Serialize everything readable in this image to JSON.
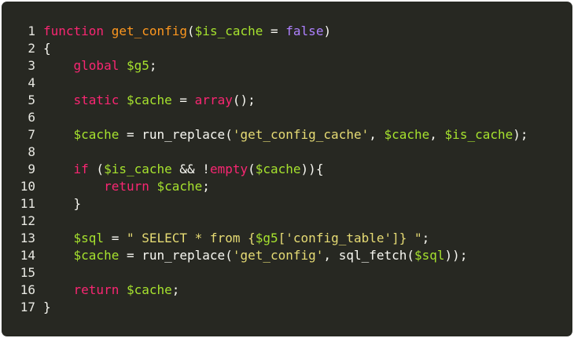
{
  "colors": {
    "background": "#272822",
    "plain": "#f8f8f2",
    "keyword": "#f92672",
    "function_name": "#fd971f",
    "variable": "#a6e22e",
    "boolean": "#ae81ff",
    "string": "#e6db74",
    "line_number": "#e8e8e2"
  },
  "lines": [
    {
      "number": "1",
      "tokens": [
        {
          "text": "function",
          "kind": "keyword"
        },
        {
          "text": " ",
          "kind": "plain"
        },
        {
          "text": "get_config",
          "kind": "function_name"
        },
        {
          "text": "(",
          "kind": "plain"
        },
        {
          "text": "$is_cache",
          "kind": "variable"
        },
        {
          "text": " = ",
          "kind": "plain"
        },
        {
          "text": "false",
          "kind": "boolean"
        },
        {
          "text": ")",
          "kind": "plain"
        }
      ]
    },
    {
      "number": "2",
      "tokens": [
        {
          "text": "{",
          "kind": "plain"
        }
      ]
    },
    {
      "number": "3",
      "tokens": [
        {
          "text": "    ",
          "kind": "plain"
        },
        {
          "text": "global",
          "kind": "keyword"
        },
        {
          "text": " ",
          "kind": "plain"
        },
        {
          "text": "$g5",
          "kind": "variable"
        },
        {
          "text": ";",
          "kind": "plain"
        }
      ]
    },
    {
      "number": "4",
      "tokens": []
    },
    {
      "number": "5",
      "tokens": [
        {
          "text": "    ",
          "kind": "plain"
        },
        {
          "text": "static",
          "kind": "keyword"
        },
        {
          "text": " ",
          "kind": "plain"
        },
        {
          "text": "$cache",
          "kind": "variable"
        },
        {
          "text": " = ",
          "kind": "plain"
        },
        {
          "text": "array",
          "kind": "keyword"
        },
        {
          "text": "();",
          "kind": "plain"
        }
      ]
    },
    {
      "number": "6",
      "tokens": []
    },
    {
      "number": "7",
      "tokens": [
        {
          "text": "    ",
          "kind": "plain"
        },
        {
          "text": "$cache",
          "kind": "variable"
        },
        {
          "text": " = run_replace(",
          "kind": "plain"
        },
        {
          "text": "'get_config_cache'",
          "kind": "string"
        },
        {
          "text": ", ",
          "kind": "plain"
        },
        {
          "text": "$cache",
          "kind": "variable"
        },
        {
          "text": ", ",
          "kind": "plain"
        },
        {
          "text": "$is_cache",
          "kind": "variable"
        },
        {
          "text": ");",
          "kind": "plain"
        }
      ]
    },
    {
      "number": "8",
      "tokens": []
    },
    {
      "number": "9",
      "tokens": [
        {
          "text": "    ",
          "kind": "plain"
        },
        {
          "text": "if",
          "kind": "keyword"
        },
        {
          "text": " (",
          "kind": "plain"
        },
        {
          "text": "$is_cache",
          "kind": "variable"
        },
        {
          "text": " && !",
          "kind": "plain"
        },
        {
          "text": "empty",
          "kind": "keyword"
        },
        {
          "text": "(",
          "kind": "plain"
        },
        {
          "text": "$cache",
          "kind": "variable"
        },
        {
          "text": ")){",
          "kind": "plain"
        }
      ]
    },
    {
      "number": "10",
      "tokens": [
        {
          "text": "        ",
          "kind": "plain"
        },
        {
          "text": "return",
          "kind": "keyword"
        },
        {
          "text": " ",
          "kind": "plain"
        },
        {
          "text": "$cache",
          "kind": "variable"
        },
        {
          "text": ";",
          "kind": "plain"
        }
      ]
    },
    {
      "number": "11",
      "tokens": [
        {
          "text": "    }",
          "kind": "plain"
        }
      ]
    },
    {
      "number": "12",
      "tokens": []
    },
    {
      "number": "13",
      "tokens": [
        {
          "text": "    ",
          "kind": "plain"
        },
        {
          "text": "$sql",
          "kind": "variable"
        },
        {
          "text": " = ",
          "kind": "plain"
        },
        {
          "text": "\" SELECT * from {",
          "kind": "string"
        },
        {
          "text": "$g5",
          "kind": "variable"
        },
        {
          "text": "[",
          "kind": "string"
        },
        {
          "text": "'config_table'",
          "kind": "string"
        },
        {
          "text": "]} \"",
          "kind": "string"
        },
        {
          "text": ";",
          "kind": "plain"
        }
      ]
    },
    {
      "number": "14",
      "tokens": [
        {
          "text": "    ",
          "kind": "plain"
        },
        {
          "text": "$cache",
          "kind": "variable"
        },
        {
          "text": " = run_replace(",
          "kind": "plain"
        },
        {
          "text": "'get_config'",
          "kind": "string"
        },
        {
          "text": ", sql_fetch(",
          "kind": "plain"
        },
        {
          "text": "$sql",
          "kind": "variable"
        },
        {
          "text": "));",
          "kind": "plain"
        }
      ]
    },
    {
      "number": "15",
      "tokens": []
    },
    {
      "number": "16",
      "tokens": [
        {
          "text": "    ",
          "kind": "plain"
        },
        {
          "text": "return",
          "kind": "keyword"
        },
        {
          "text": " ",
          "kind": "plain"
        },
        {
          "text": "$cache",
          "kind": "variable"
        },
        {
          "text": ";",
          "kind": "plain"
        }
      ]
    },
    {
      "number": "17",
      "tokens": [
        {
          "text": "}",
          "kind": "plain"
        }
      ]
    }
  ]
}
